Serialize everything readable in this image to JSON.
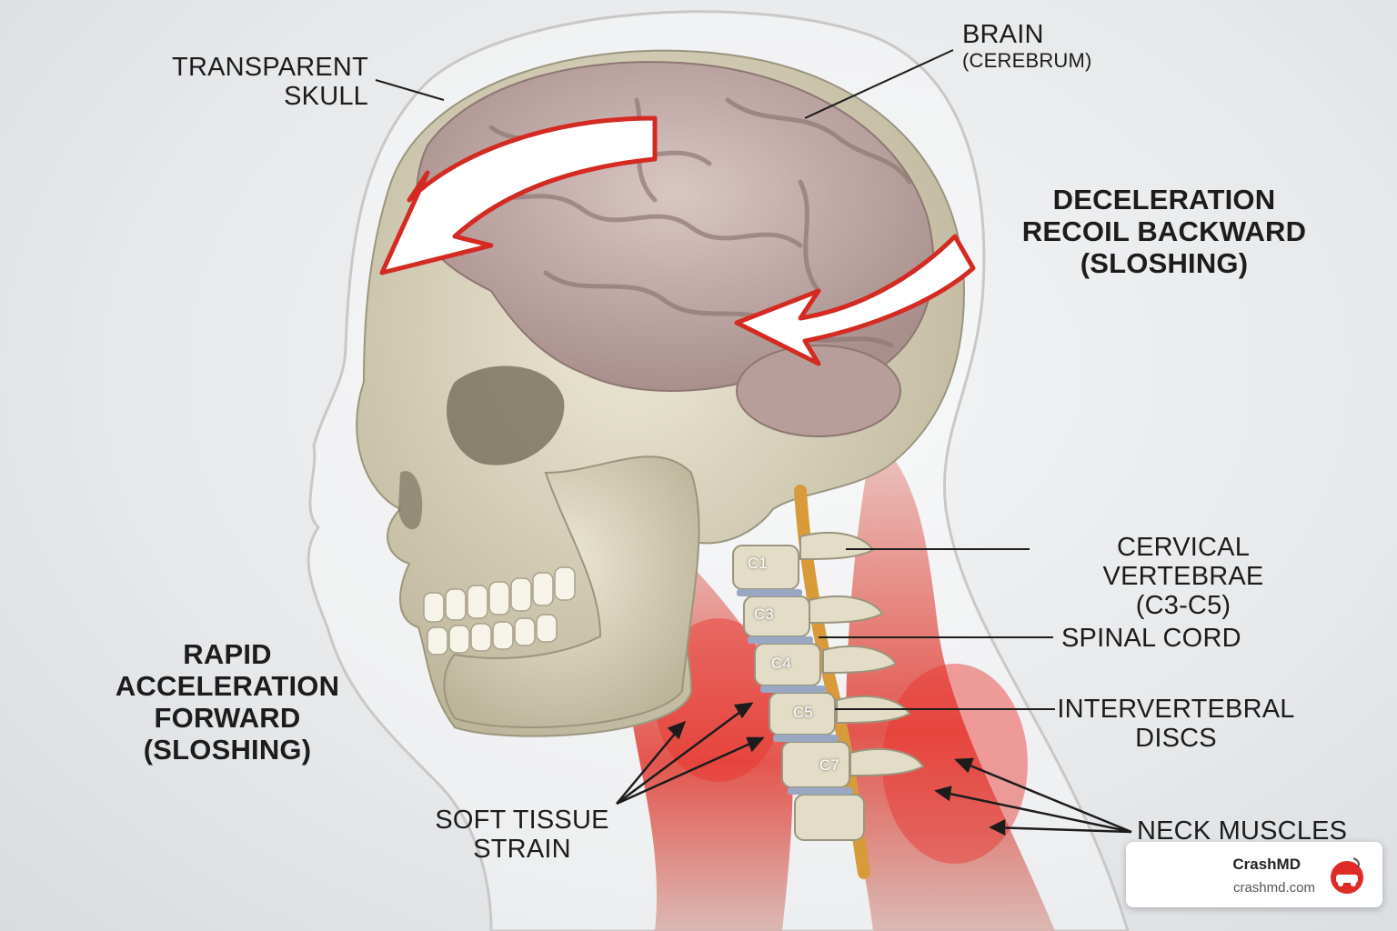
{
  "labels": {
    "skull": [
      "TRANSPARENT",
      "SKULL"
    ],
    "brain": {
      "title": "BRAIN",
      "sub": "(CEREBRUM)"
    },
    "deceleration": [
      "DECELERATION",
      "RECOIL BACKWARD",
      "(SLOSHING)"
    ],
    "acceleration": [
      "RAPID",
      "ACCELERATION",
      "FORWARD",
      "(SLOSHING)"
    ],
    "cervical": [
      "CERVICAL VERTEBRAE",
      "(C3-C5)"
    ],
    "spinal_cord": "SPINAL CORD",
    "discs": [
      "INTERVERTEBRAL",
      "DISCS"
    ],
    "soft_tissue": [
      "SOFT TISSUE",
      "STRAIN"
    ],
    "neck_muscles": "NECK MUSCLES"
  },
  "vertebrae": [
    "C1",
    "C3",
    "C4",
    "C5",
    "C7"
  ],
  "brand": {
    "name": "CrashMD",
    "url": "crashmd.com"
  },
  "colors": {
    "strain_red": "#e8302a",
    "bone": "#dcd5bf",
    "brain": "#c9b3b0",
    "arrow_outline": "#d42a22",
    "text": "#1c1c1c"
  }
}
